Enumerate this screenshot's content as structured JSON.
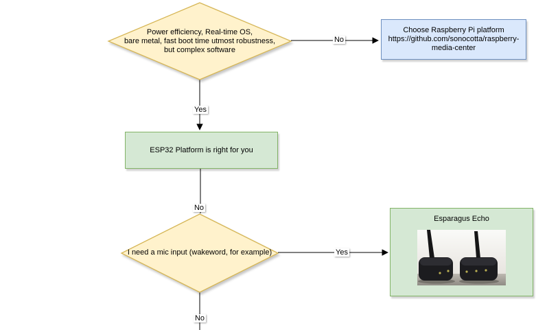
{
  "nodes": {
    "decision1": {
      "type": "decision",
      "lines": [
        "Power efficiency, Real-time OS,",
        "bare metal, fast boot time utmost robustness,",
        "but complex software"
      ]
    },
    "raspberry_box": {
      "type": "info",
      "lines": [
        "Choose Raspberry Pi platform",
        "https://github.com/sonocotta/raspberry-",
        "media-center"
      ]
    },
    "esp32_box": {
      "type": "result",
      "label": "ESP32 Platform is right for you"
    },
    "decision2": {
      "type": "decision",
      "label": "I need a mic input (wakeword, for example)"
    },
    "esparagus_box": {
      "type": "result",
      "title": "Esparagus Echo",
      "photo": "two-black-esparagus-echo-devices-with-antennas"
    }
  },
  "edges": [
    {
      "label": "No",
      "from": "decision1",
      "to": "raspberry_box"
    },
    {
      "label": "Yes",
      "from": "decision1",
      "to": "esp32_box"
    },
    {
      "label": "No",
      "from": "esp32_box",
      "to": "decision2"
    },
    {
      "label": "Yes",
      "from": "decision2",
      "to": "esparagus_box"
    },
    {
      "label": "No",
      "from": "decision2",
      "to": "offscreen-bottom"
    }
  ],
  "colors": {
    "decision_fill": "#FFF2CC",
    "decision_border": "#D6B656",
    "info_fill": "#DAE8FC",
    "info_border": "#6C8EBF",
    "result_fill": "#D5E8D4",
    "result_border": "#82B366",
    "edge_color": "#000000",
    "label_bg": "#FFFFFF",
    "text_color": "#000000"
  }
}
